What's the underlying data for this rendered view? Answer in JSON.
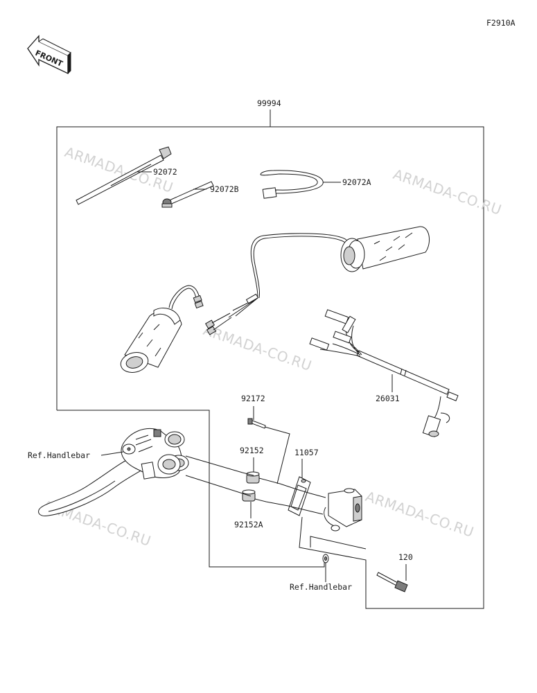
{
  "diagram_code": "F2910A",
  "front_badge": "FRONT",
  "watermark_text": "ARMADA-CO.RU",
  "parts": {
    "kit": "99994",
    "tie_92072": "92072",
    "tie_92072b": "92072B",
    "tie_92072a": "92072A",
    "harness": "26031",
    "screw_92172": "92172",
    "collar_92152": "92152",
    "collar_92152a": "92152A",
    "bracket_11057": "11057",
    "bolt_120": "120",
    "ref_handlebar_left": "Ref.Handlebar",
    "ref_handlebar_bottom": "Ref.Handlebar"
  }
}
